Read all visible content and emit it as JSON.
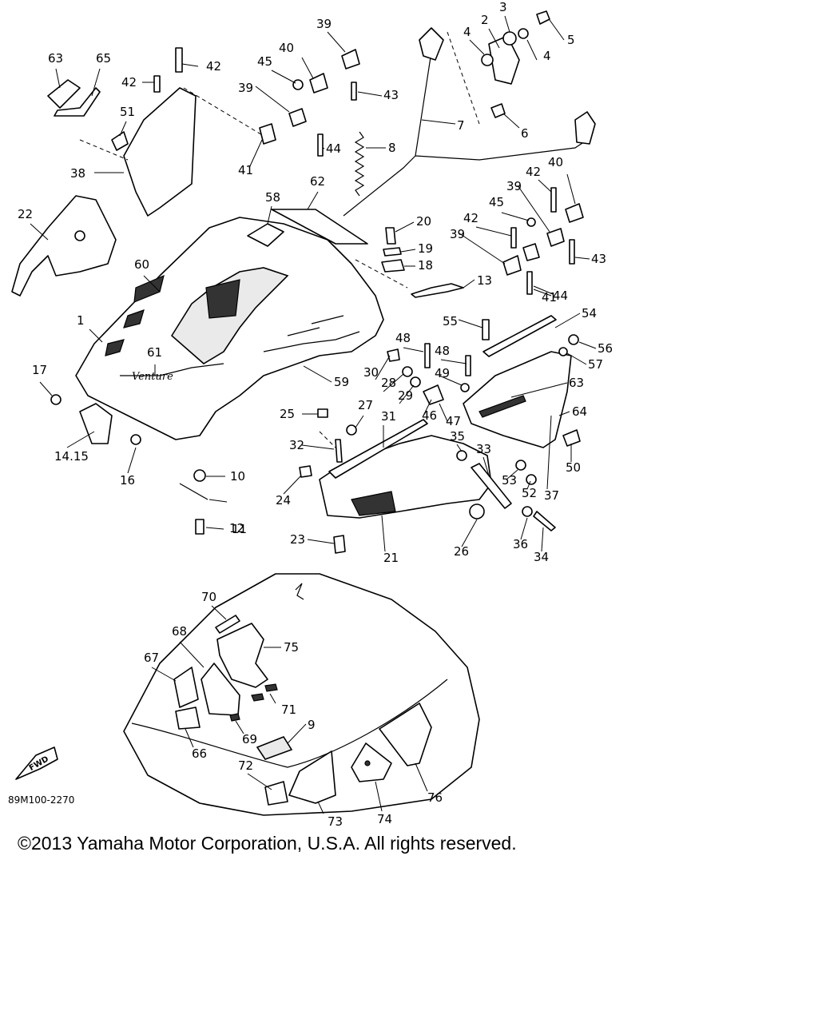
{
  "labels": [
    "1",
    "2",
    "3",
    "4",
    "4",
    "5",
    "6",
    "7",
    "8",
    "9",
    "10",
    "11",
    "12",
    "13",
    "14.15",
    "16",
    "17",
    "18",
    "19",
    "20",
    "21",
    "22",
    "23",
    "24",
    "25",
    "26",
    "27",
    "28",
    "29",
    "30",
    "31",
    "32",
    "33",
    "34",
    "35",
    "36",
    "37",
    "38",
    "39",
    "39",
    "39",
    "39",
    "40",
    "40",
    "41",
    "41",
    "42",
    "42",
    "42",
    "42",
    "43",
    "43",
    "44",
    "44",
    "45",
    "45",
    "46",
    "47",
    "48",
    "48",
    "49",
    "50",
    "51",
    "52",
    "53",
    "54",
    "55",
    "56",
    "57",
    "58",
    "59",
    "60",
    "61",
    "62",
    "63",
    "63",
    "64",
    "65",
    "66",
    "67",
    "68",
    "69",
    "70",
    "71",
    "72",
    "73",
    "74",
    "75",
    "76"
  ],
  "fwd_label": "FWD",
  "drawing_code": "89M100-2270",
  "copyright": "©2013 Yamaha Motor Corporation, U.S.A. All rights reserved."
}
